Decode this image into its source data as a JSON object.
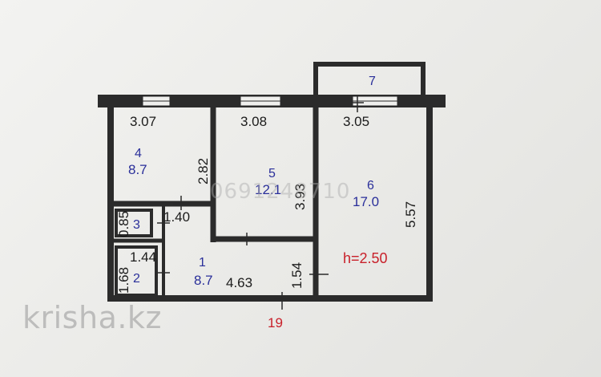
{
  "floorplan": {
    "rooms": [
      {
        "id": "1",
        "number": "1",
        "area": "8.7"
      },
      {
        "id": "2",
        "number": "2",
        "area": ""
      },
      {
        "id": "3",
        "number": "3",
        "area": ""
      },
      {
        "id": "4",
        "number": "4",
        "area": "8.7"
      },
      {
        "id": "5",
        "number": "5",
        "area": "12.1"
      },
      {
        "id": "6",
        "number": "6",
        "area": "17.0"
      },
      {
        "id": "7",
        "number": "7",
        "area": ""
      }
    ],
    "dimensions": {
      "r4_top": "3.07",
      "r5_top": "3.08",
      "r6_top": "3.05",
      "r4_side": "2.82",
      "r5_side": "3.93",
      "r6_side": "5.57",
      "r3_width": "1.40",
      "r3_height": "0.85",
      "r2_width": "1.44",
      "r2_height": "1.68",
      "r1_width": "4.63",
      "r1_side": "1.54"
    },
    "ceiling_height": "h=2.50",
    "apartment_number": "19",
    "colors": {
      "wall": "#2b2b2b",
      "room_labels": "#2a2f9a",
      "accent": "#c8202a"
    }
  },
  "watermark": {
    "brand": "krisha.kz",
    "phone": "0691248710"
  }
}
